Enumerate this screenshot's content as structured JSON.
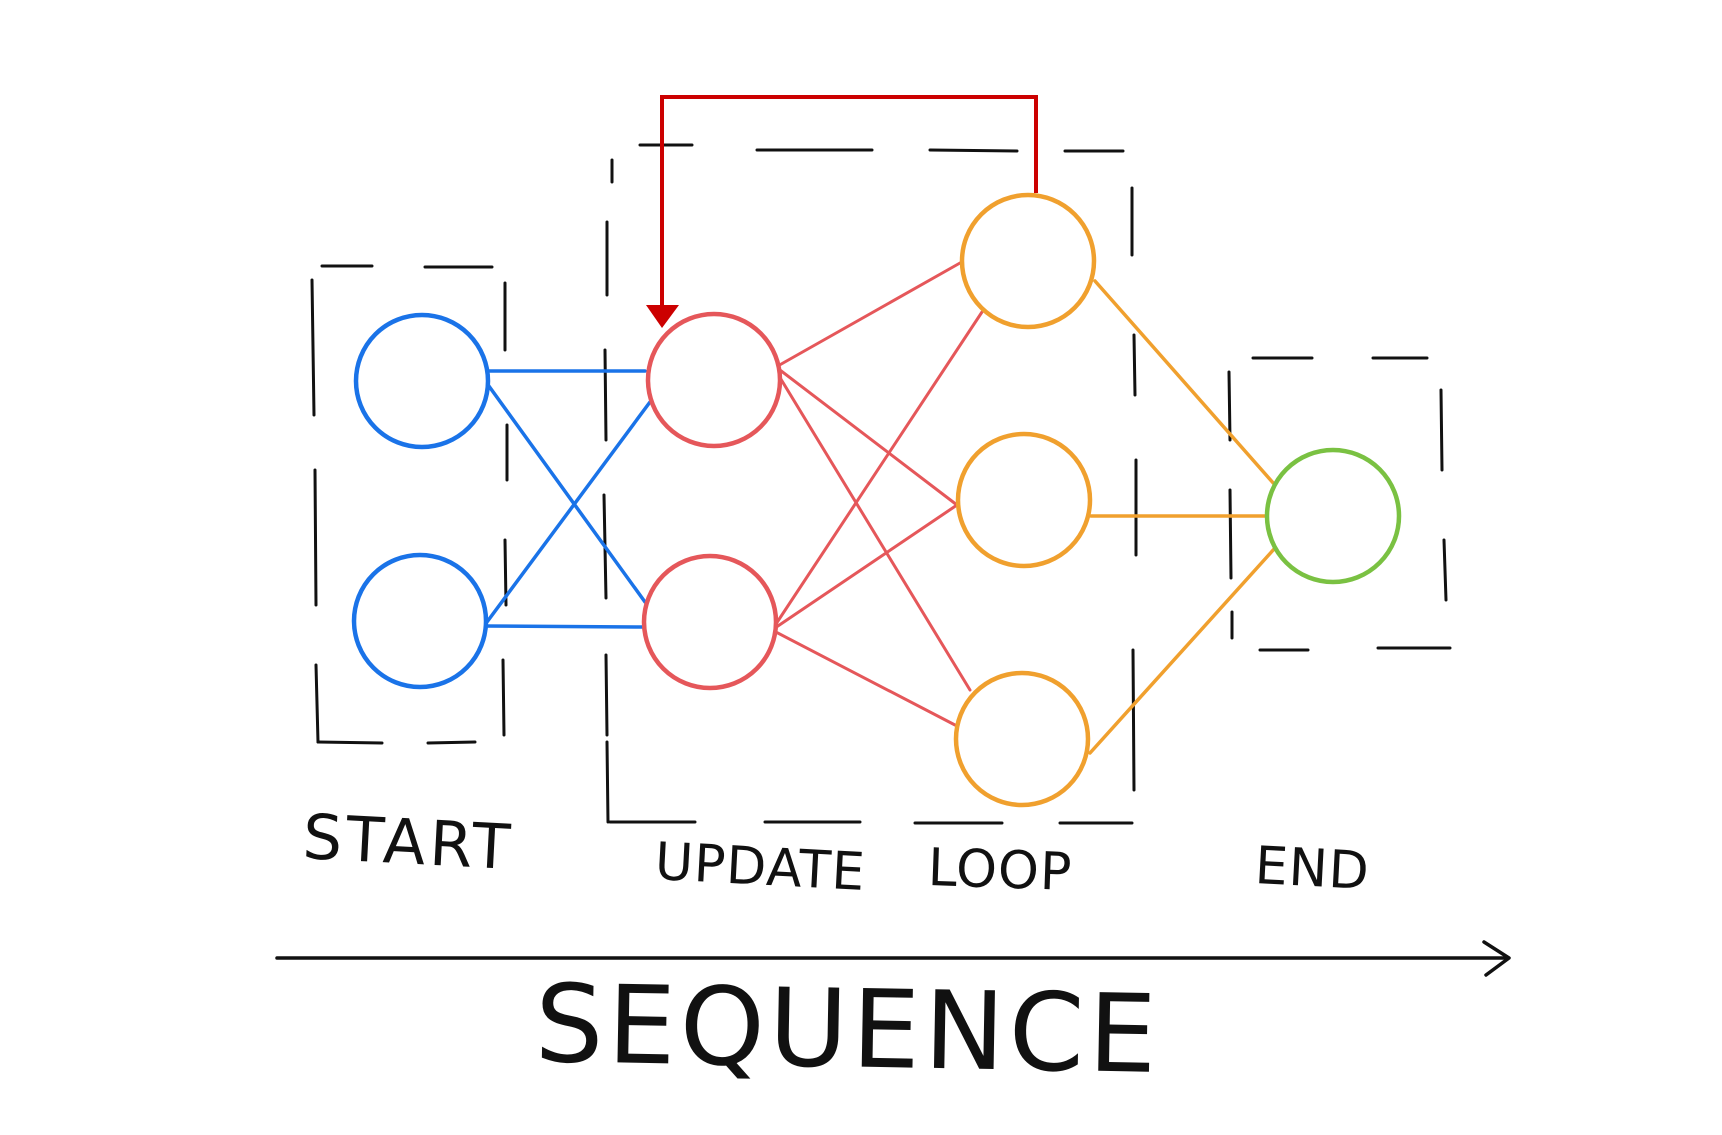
{
  "labels": {
    "start": "START",
    "update": "UPDATE",
    "loop": "LOOP",
    "end": "END",
    "axis": "SEQUENCE"
  },
  "colors": {
    "start": "#1a73e8",
    "update": "#e5575a",
    "loop": "#f0a02e",
    "end": "#7ac142",
    "feedback": "#cc0000",
    "ink": "#111111"
  }
}
